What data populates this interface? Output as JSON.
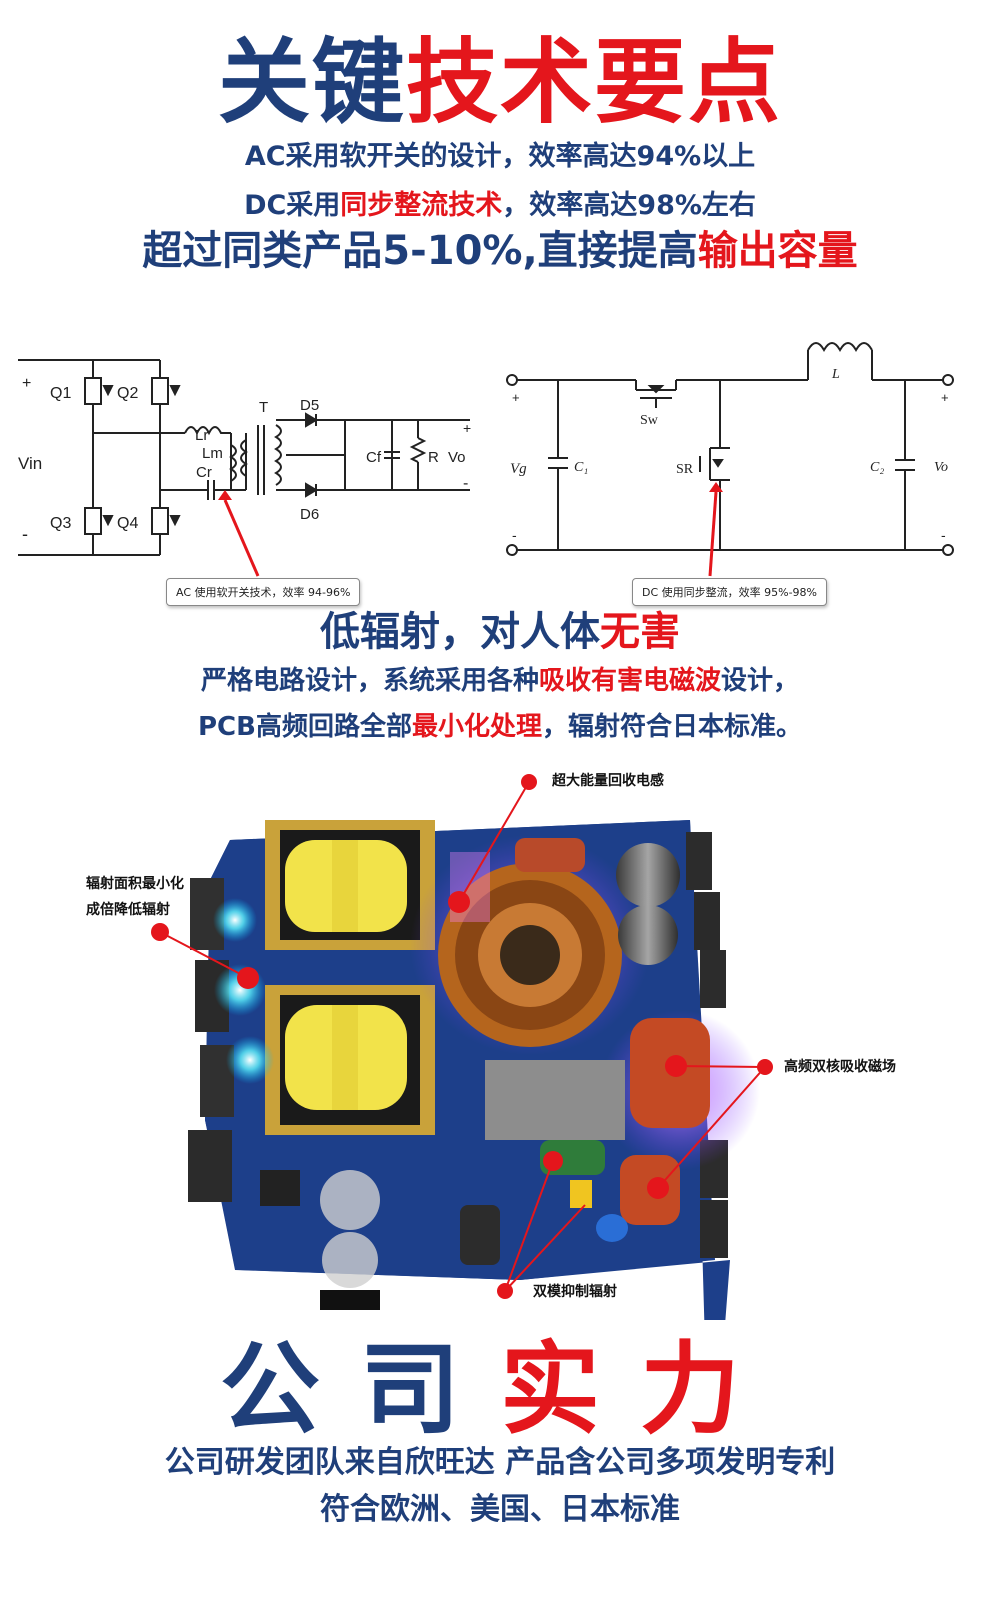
{
  "header": {
    "title_part1": "关键",
    "title_part2": "技术要点",
    "line1": "AC采用软开关的设计，效率高达94%以上",
    "line2_part1": "DC采用",
    "line2_part2": "同步整流技术",
    "line2_part3": "，效率高达98%左右",
    "line3_part1": "超过同类产品5-10%,直接提高",
    "line3_part2": "输出容量"
  },
  "diagrams": {
    "ac": {
      "plus": "+",
      "minus": "-",
      "vin": "Vin",
      "q1": "Q1",
      "q2": "Q2",
      "q3": "Q3",
      "q4": "Q4",
      "lr": "Lr",
      "lm": "Lm",
      "cr": "Cr",
      "t": "T",
      "d5": "D5",
      "d6": "D6",
      "cf": "Cf",
      "r": "R",
      "vo": "Vo",
      "out_plus": "+",
      "out_minus": "-",
      "callout": "AC 使用软开关技术，效率 94-96%"
    },
    "dc": {
      "plus": "+",
      "minus": "-",
      "vg": "Vg",
      "c1": "C₁",
      "sw": "Sw",
      "sr": "SR",
      "l": "L",
      "c2": "C₂",
      "vo": "Vo",
      "out_plus": "+",
      "out_minus": "-",
      "callout": "DC 使用同步整流，效率 95%-98%"
    }
  },
  "radiation": {
    "title_part1": "低辐射，对人体",
    "title_part2": "无害",
    "line1_part1": "严格电路设计，系统采用各种",
    "line1_part2": "吸收有害电磁波",
    "line1_part3": "设计，",
    "line2_part1": "PCB高频回路全部",
    "line2_part2": "最小化处理",
    "line2_part3": "，辐射符合日本标准。"
  },
  "board": {
    "label_top": "超大能量回收电感",
    "label_left_1": "辐射面积最小化",
    "label_left_2": "成倍降低辐射",
    "label_right": "高频双核吸收磁场",
    "label_bottom": "双模抑制辐射",
    "pcb_color": "#1d3f8a",
    "marker_color": "#e4161c"
  },
  "company": {
    "title_part1": "公司",
    "title_part2": "实力",
    "line1": "公司研发团队来自欣旺达   产品含公司多项发明专利",
    "line2": "符合欧洲、美国、日本标准"
  },
  "colors": {
    "navy": "#1f3f7a",
    "red": "#e4161c"
  }
}
